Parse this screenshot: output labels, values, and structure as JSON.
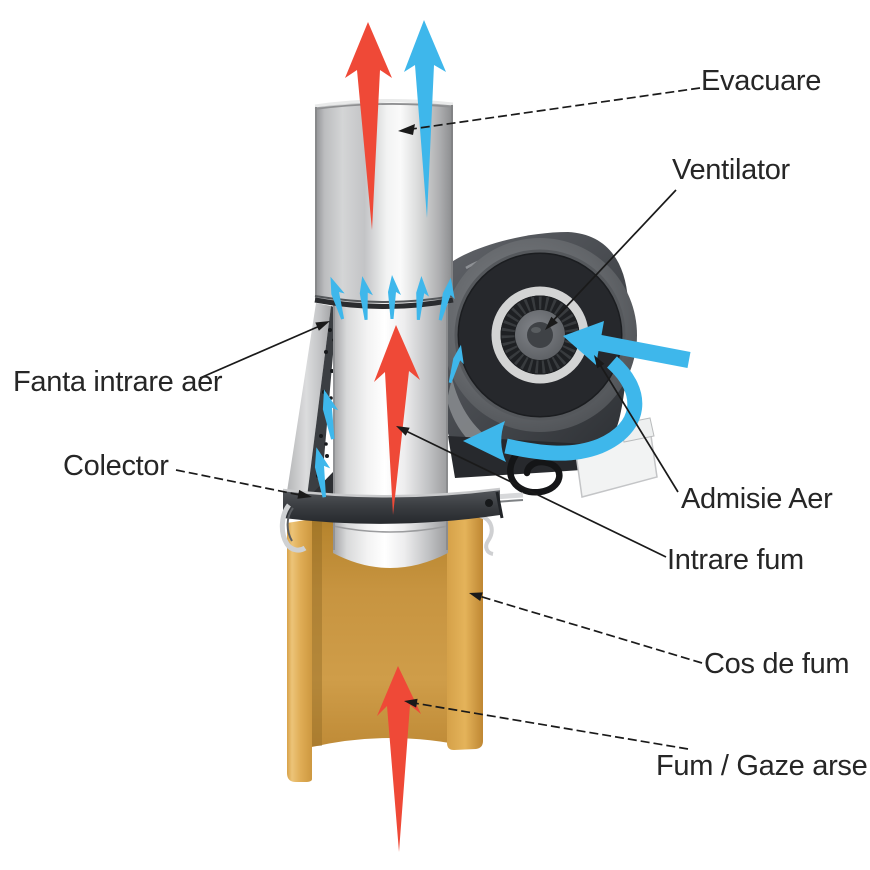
{
  "labels": {
    "evacuare": "Evacuare",
    "ventilator": "Ventilator",
    "fanta_intrare_aer": "Fanta intrare aer",
    "colector": "Colector",
    "admisie_aer": "Admisie Aer",
    "intrare_fum": "Intrare fum",
    "cos_de_fum": "Cos de fum",
    "fum_gaze_arse": "Fum / Gaze arse"
  },
  "theme": {
    "background": "#ffffff",
    "text": "#262626",
    "line": "#1a1a1a",
    "hot": "#ef4937",
    "cold": "#3eb7eb",
    "masonry": "#dcaa52",
    "masonry_interior": "#c7943f",
    "steel_light": "#f2f2f2",
    "steel_dark": "#9a9b9d",
    "fan_housing": "#4a4d52"
  }
}
